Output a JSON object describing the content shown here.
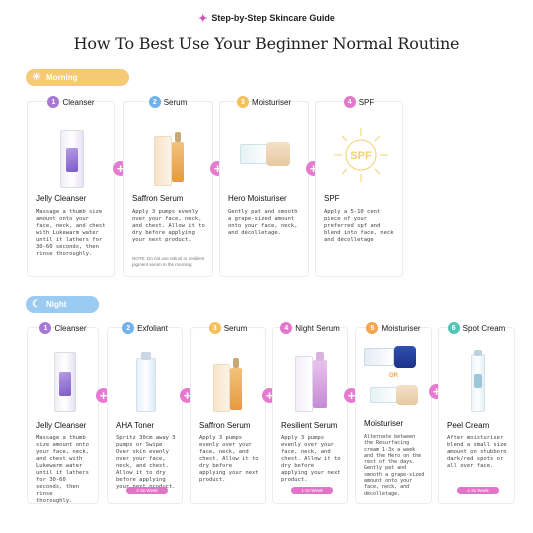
{
  "header": {
    "tag": "Step-by-Step Skincare Guide",
    "title": "How To Best Use Your Beginner Normal  Routine"
  },
  "morning": {
    "label": "Morning",
    "steps": [
      {
        "num": "1",
        "head": "Cleanser",
        "name": "Jelly  Cleanser",
        "desc": "Massage a thumb size amount onto your face, neck, and chest with Lukewarm water until it lathers for 30-60 seconds, then rinse thoroughly."
      },
      {
        "num": "2",
        "head": "Serum",
        "name": "Saffron Serum",
        "desc": "Apply 3 pumps evenly over your face, neck, and chest. Allow it to dry before applying your next product.",
        "note": "NOTE: Do not use retinol or resilient pigment serum in the morning"
      },
      {
        "num": "3",
        "head": "Moisturiser",
        "name": "Hero Moisturiser",
        "desc": "Gently pat and smooth a grape-sized amount onto your face, neck, and décolletage."
      },
      {
        "num": "4",
        "head": "SPF",
        "name": "SPF",
        "desc": "Apply a 5-10 cent piece of your preferred spf and blend into face, neck and décolletage",
        "badge": "SPF"
      }
    ]
  },
  "night": {
    "label": "Night",
    "steps": [
      {
        "num": "1",
        "head": "Cleanser",
        "name": "Jelly  Cleanser",
        "desc": "Massage a thumb size amount onto your face, neck, and chest with Lukewarm water until it lathers for 30-60 seconds, then rinse thoroughly."
      },
      {
        "num": "2",
        "head": "Exfoliant",
        "name": "AHA Toner",
        "desc": "Spritz 30cm away 3 pumps or Swipe Over skin evenly over your face, neck, and chest. Allow it to dry before applying your next product.",
        "freq": "1-3x Week"
      },
      {
        "num": "3",
        "head": "Serum",
        "name": "Saffron Serum",
        "desc": "Apply 3 pumps evenly over your face, neck, and chest. Allow it to dry before applying your next product."
      },
      {
        "num": "4",
        "head": "Night Serum",
        "name": "Resilient  Serum",
        "desc": "Apply 3 pumps evenly over your face, neck, and chest. Allow it to dry before applying your next product.",
        "freq": "1-3x Week"
      },
      {
        "num": "5",
        "head": "Moisturiser",
        "name": "Moisturiser",
        "desc": "Alternate between the Resurfacing cream 1-3x a week and the Hero on the rest of the days. Gently pat and smooth a grape-sized amount onto your face, neck, and décolletage.",
        "or": "OR"
      },
      {
        "num": "6",
        "head": "Spot Cream",
        "name": "Peel Cream",
        "desc": "After moisturiser blend a small size amount on stubborn dark/red spots or all over face.",
        "freq": "1-3x Week"
      }
    ]
  },
  "colors": {
    "accent": "#e57ad0",
    "morning": "#f6c975",
    "night": "#9ccbf2",
    "num1": "#a878d6",
    "num2": "#6fb2ec",
    "num3": "#f4c05a",
    "num4": "#e377c9",
    "num5": "#f3a64e",
    "num6": "#56c3b8"
  }
}
